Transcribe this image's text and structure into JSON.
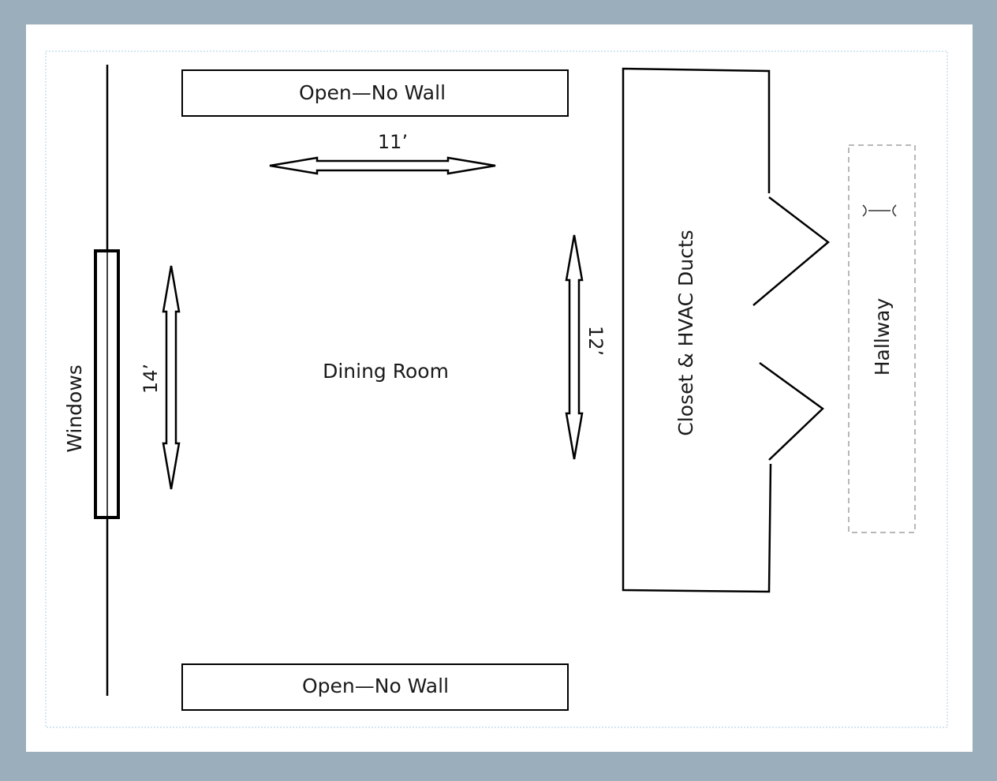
{
  "diagram": {
    "top_opening_label": "Open—No Wall",
    "bottom_opening_label": "Open—No Wall",
    "room_label": "Dining Room",
    "windows_label": "Windows",
    "closet_label": "Closet & HVAC Ducts",
    "hallway_label": "Hallway",
    "dimension_width": "11’",
    "dimension_left": "14’",
    "dimension_right": "12’"
  }
}
